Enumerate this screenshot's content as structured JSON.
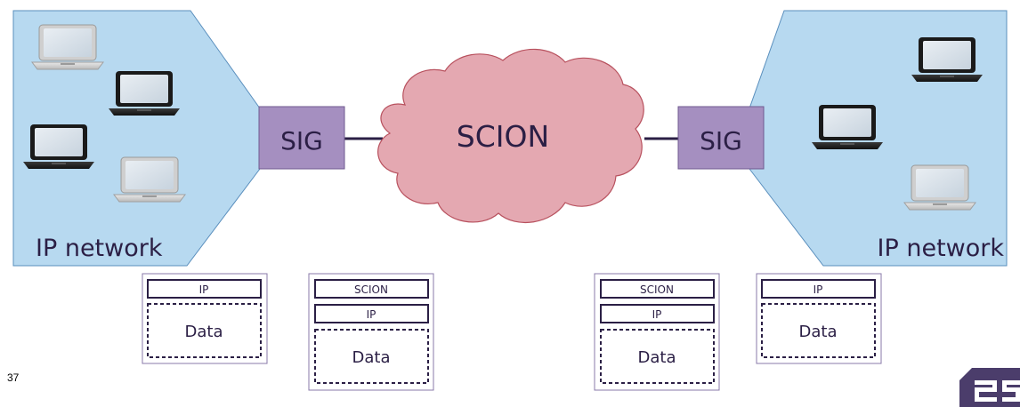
{
  "left_network": {
    "label": "IP network"
  },
  "right_network": {
    "label": "IP network"
  },
  "left_gateway": {
    "label": "SIG"
  },
  "right_gateway": {
    "label": "SIG"
  },
  "core": {
    "label": "SCION"
  },
  "packets": [
    {
      "headers": [
        "IP"
      ],
      "payload": "Data"
    },
    {
      "headers": [
        "SCION",
        "IP"
      ],
      "payload": "Data"
    },
    {
      "headers": [
        "SCION",
        "IP"
      ],
      "payload": "Data"
    },
    {
      "headers": [
        "IP"
      ],
      "payload": "Data"
    }
  ],
  "slide": {
    "page_number": "37"
  },
  "colors": {
    "network_fill": "#b7d9f0",
    "sig_fill": "#a58fc0",
    "cloud_fill": "#e4a8b1",
    "cloud_stroke": "#b8515e",
    "ink": "#2b1f45",
    "logo": "#4b3d6b"
  }
}
